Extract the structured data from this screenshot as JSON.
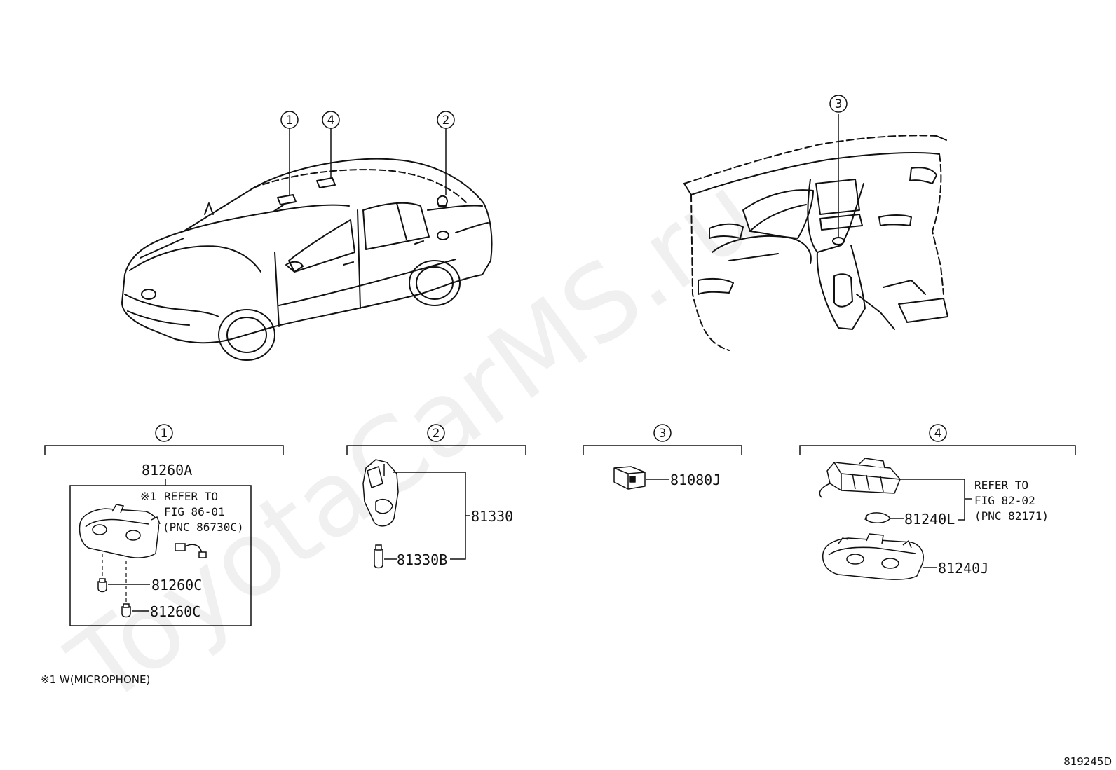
{
  "callouts": {
    "c1": "1",
    "c2": "2",
    "c3": "3",
    "c4": "4"
  },
  "group1": {
    "part_main": "81260A",
    "note_mark": "※1",
    "ref_line1": "REFER TO",
    "ref_line2": "FIG 86-01",
    "ref_line3": "(PNC 86730C)",
    "bulb_a": "81260C",
    "bulb_b": "81260C"
  },
  "group2": {
    "part_main": "81330",
    "bulb": "81330B"
  },
  "group3": {
    "part_main": "81080J"
  },
  "group4": {
    "ref_line1": "REFER TO",
    "ref_line2": "FIG 82-02",
    "ref_line3": "(PNC 82171)",
    "bulb": "81240L",
    "part_main": "81240J"
  },
  "footnote": "※1 W(MICROPHONE)",
  "figure_id": "819245D",
  "watermark": "ToyotaCarMS.ru"
}
